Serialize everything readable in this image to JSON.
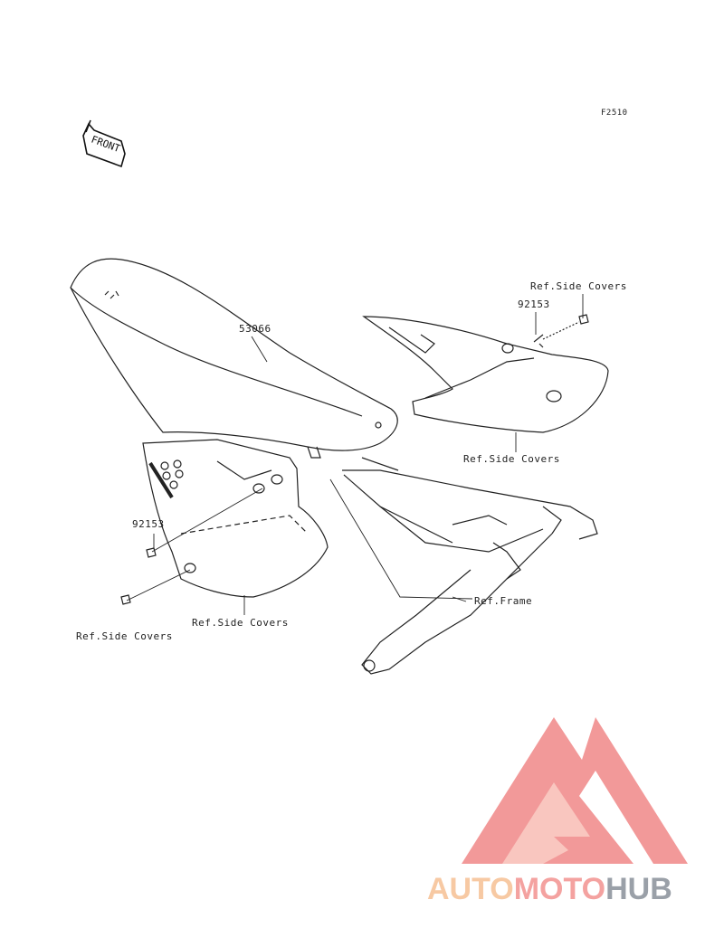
{
  "diagram_code": "F2510",
  "front_tag": "FRONT",
  "parts": {
    "seat": "53066",
    "bolt_rear": "92153",
    "bolt_front": "92153"
  },
  "refs": {
    "side_covers_top": "Ref.Side Covers",
    "side_covers_rear": "Ref.Side Covers",
    "side_covers_front": "Ref.Side Covers",
    "side_covers_left": "Ref.Side Covers",
    "frame": "Ref.Frame"
  },
  "watermark": {
    "part1": "AUTO",
    "part2": "MOTO",
    "part3": "HUB",
    "colors": {
      "part1": "#f7c9a3",
      "part2": "#f4a2a0",
      "part3": "#9aa0a8",
      "logo": "#f08080"
    }
  }
}
